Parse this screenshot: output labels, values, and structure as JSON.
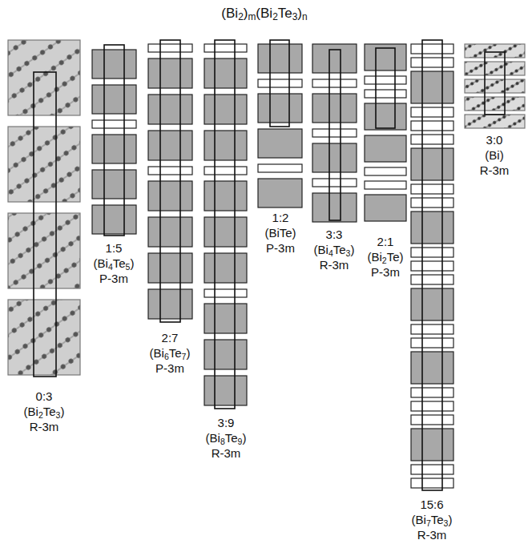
{
  "diagram": {
    "title": "(Bi2)m(Bi2Te3)n",
    "labels": [
      "0:3",
      "(Bi2Te3)",
      "R-3m",
      "1:5",
      "(Bi4Te5)",
      "P-3m",
      "2:7",
      "(Bi6Te7)",
      "P-3m",
      "3:9",
      "(Bi8Te9)",
      "R-3m",
      "1:2",
      "(BiTe)",
      "P-3m",
      "3:3",
      "(Bi4Te3)",
      "R-3m",
      "2:1",
      "(Bi2Te)",
      "P-3m",
      "15:6",
      "(Bi7Te3)",
      "R-3m",
      "3:0",
      "(Bi)",
      "R-3m"
    ]
  }
}
